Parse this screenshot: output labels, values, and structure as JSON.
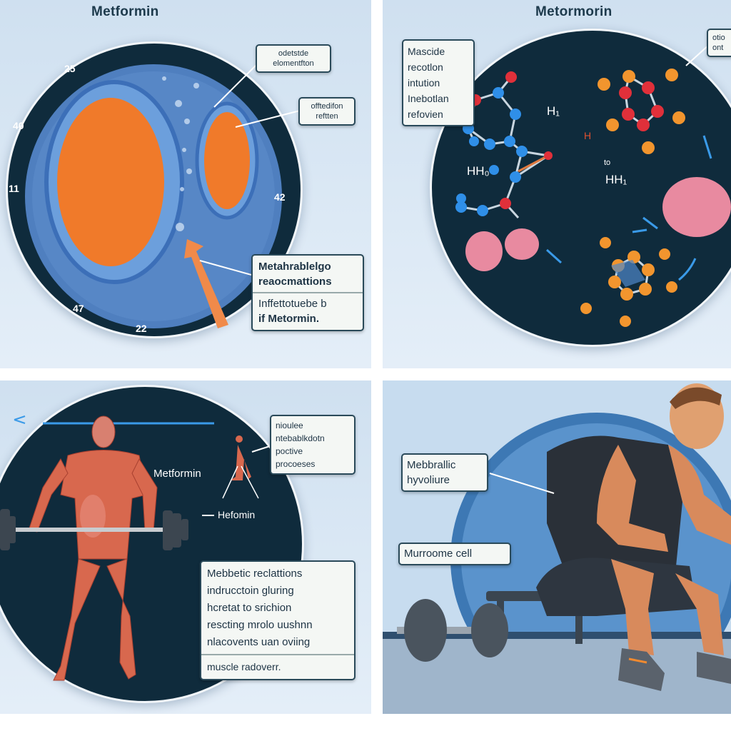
{
  "panels": {
    "top_left": {
      "title": "Metformin",
      "callouts": {
        "top": "odetstde elomentfton",
        "middle": "offtedifon reftten",
        "big_heading": "Metahrablelgo reaocmattions",
        "big_body": "Inffettotuebe b",
        "big_body2": "if Metormin."
      },
      "numbers": [
        "25",
        "40",
        "11",
        "47",
        "22",
        "42"
      ]
    },
    "top_right": {
      "title": "Metormorin",
      "callouts": {
        "left": [
          "Mascide",
          "recotlon",
          "intution",
          "Inebotlan",
          "refovien"
        ],
        "right": [
          "otio",
          "ont"
        ]
      },
      "molecule_labels": [
        "HH₀",
        "H₁",
        "H",
        "to",
        "HH₁"
      ]
    },
    "bottom_left": {
      "circle_label": "Metformin",
      "arrow_label": "Hefomin",
      "callout_small": [
        "nioulee",
        "ntebablkdotn",
        "poctive",
        "procoeses"
      ],
      "callout_big": [
        "Mebbetic reclattions",
        "indrucctoin gluring",
        "hcretat to srichion",
        "rescting mrolo uushnn",
        "nlacovents uan oviing"
      ],
      "callout_footer": "muscle radoverr."
    },
    "bottom_right": {
      "callouts": {
        "top": [
          "Mebbrallic",
          "hyvoliure"
        ],
        "bottom": "Murroome cell"
      }
    }
  },
  "colors": {
    "navy_circle": "#0f2b3c",
    "panel_bg": "#d6e5f3",
    "cell_blue": "#4f7fbf",
    "orange": "#f07a2a",
    "pink": "#e88aa0"
  }
}
